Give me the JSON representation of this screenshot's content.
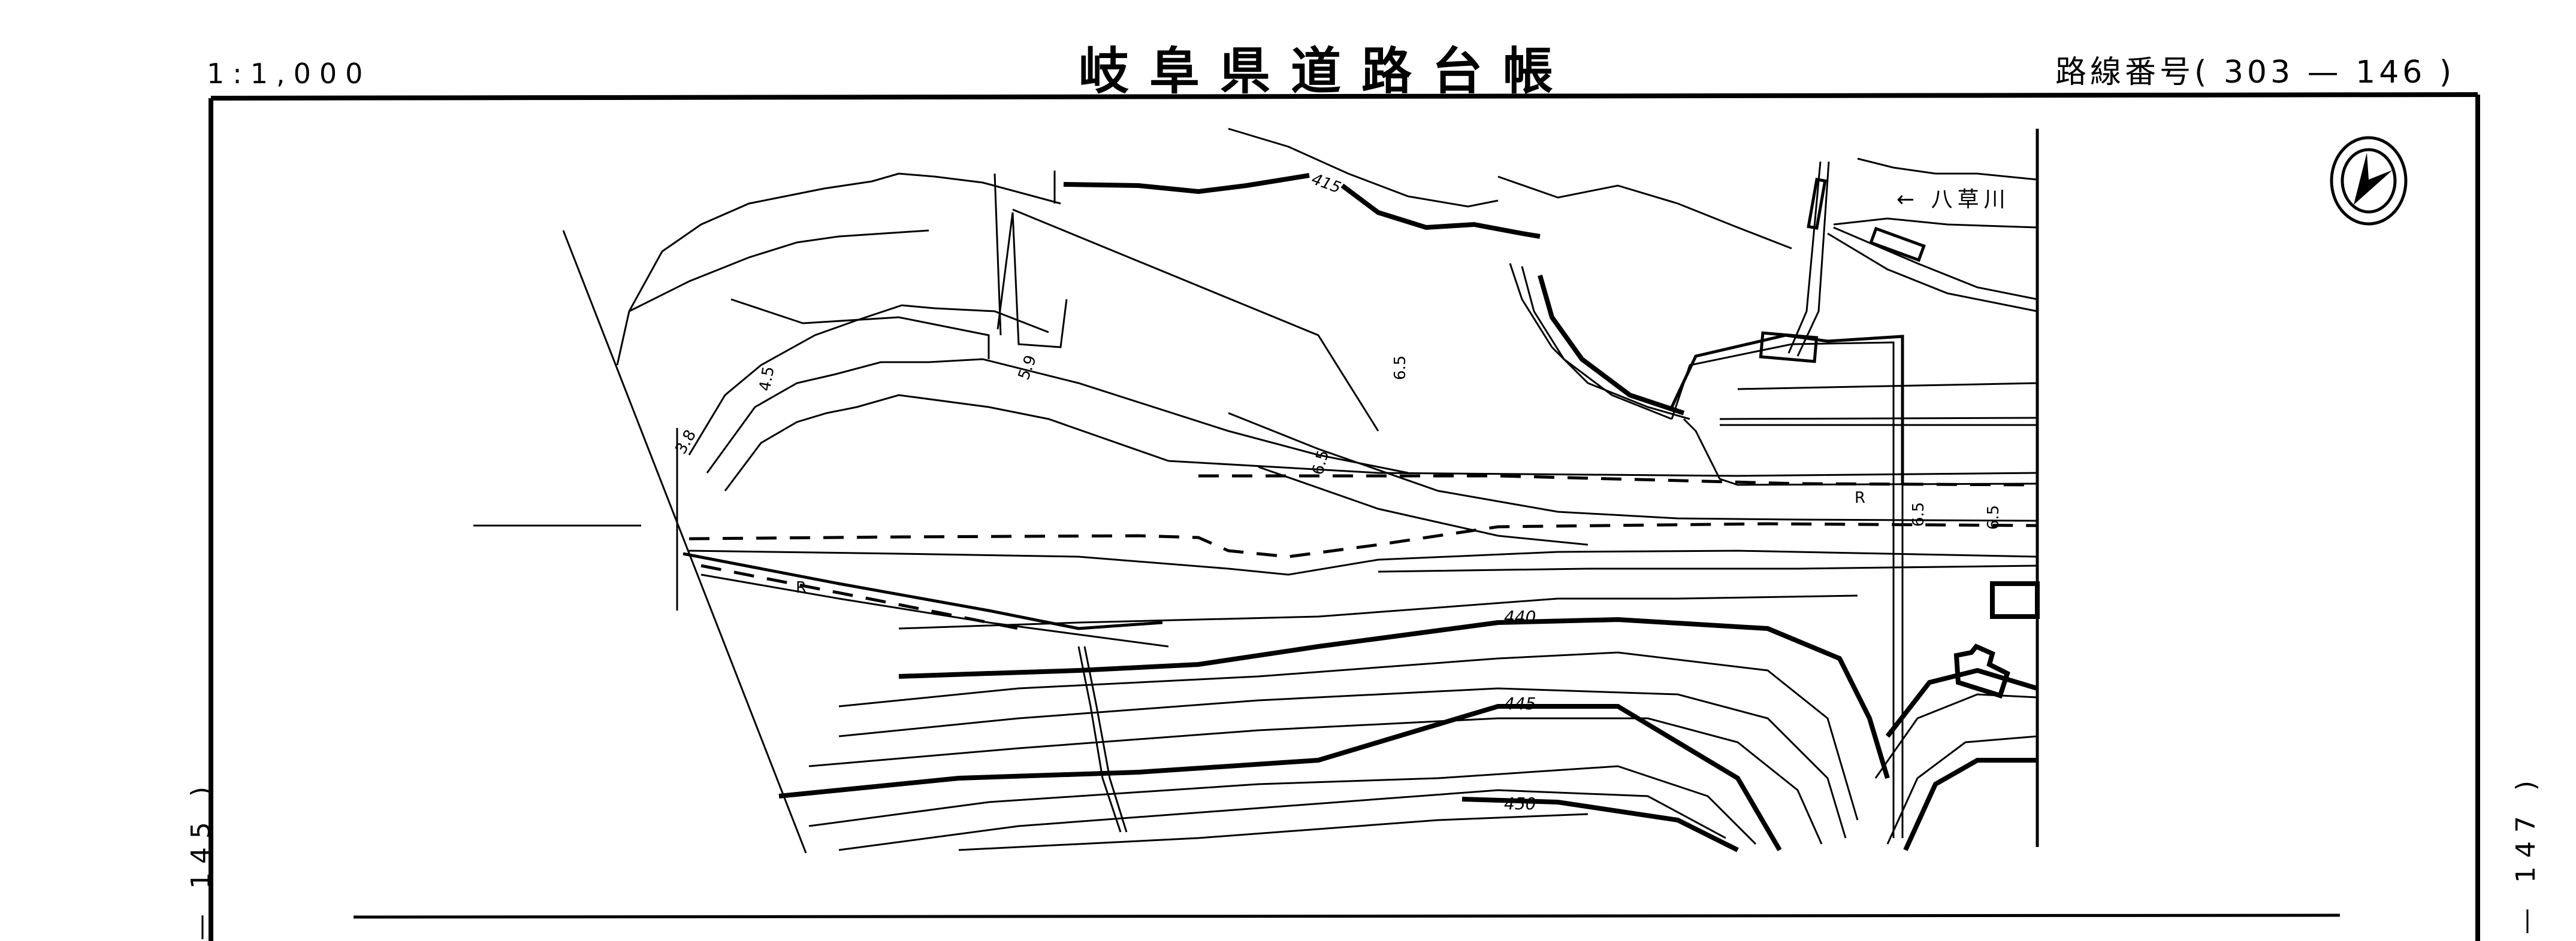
{
  "header": {
    "scale": "1:1,000",
    "title": "岐阜県道路台帳",
    "route_number": "路線番号( 303 — 146 )"
  },
  "adjacent_sheets": {
    "left": "— 145 )",
    "right": "— 147 )"
  },
  "map": {
    "river_label": "← 八草川",
    "contour_labels": [
      "415",
      "440",
      "445",
      "450"
    ],
    "road_widths": [
      "3.8",
      "4.5",
      "5.9",
      "6.5",
      "6.5",
      "6.5",
      "6.5"
    ],
    "symbols": {
      "retaining_wall_marker": "R",
      "north_arrow": "north-arrow-icon"
    }
  }
}
